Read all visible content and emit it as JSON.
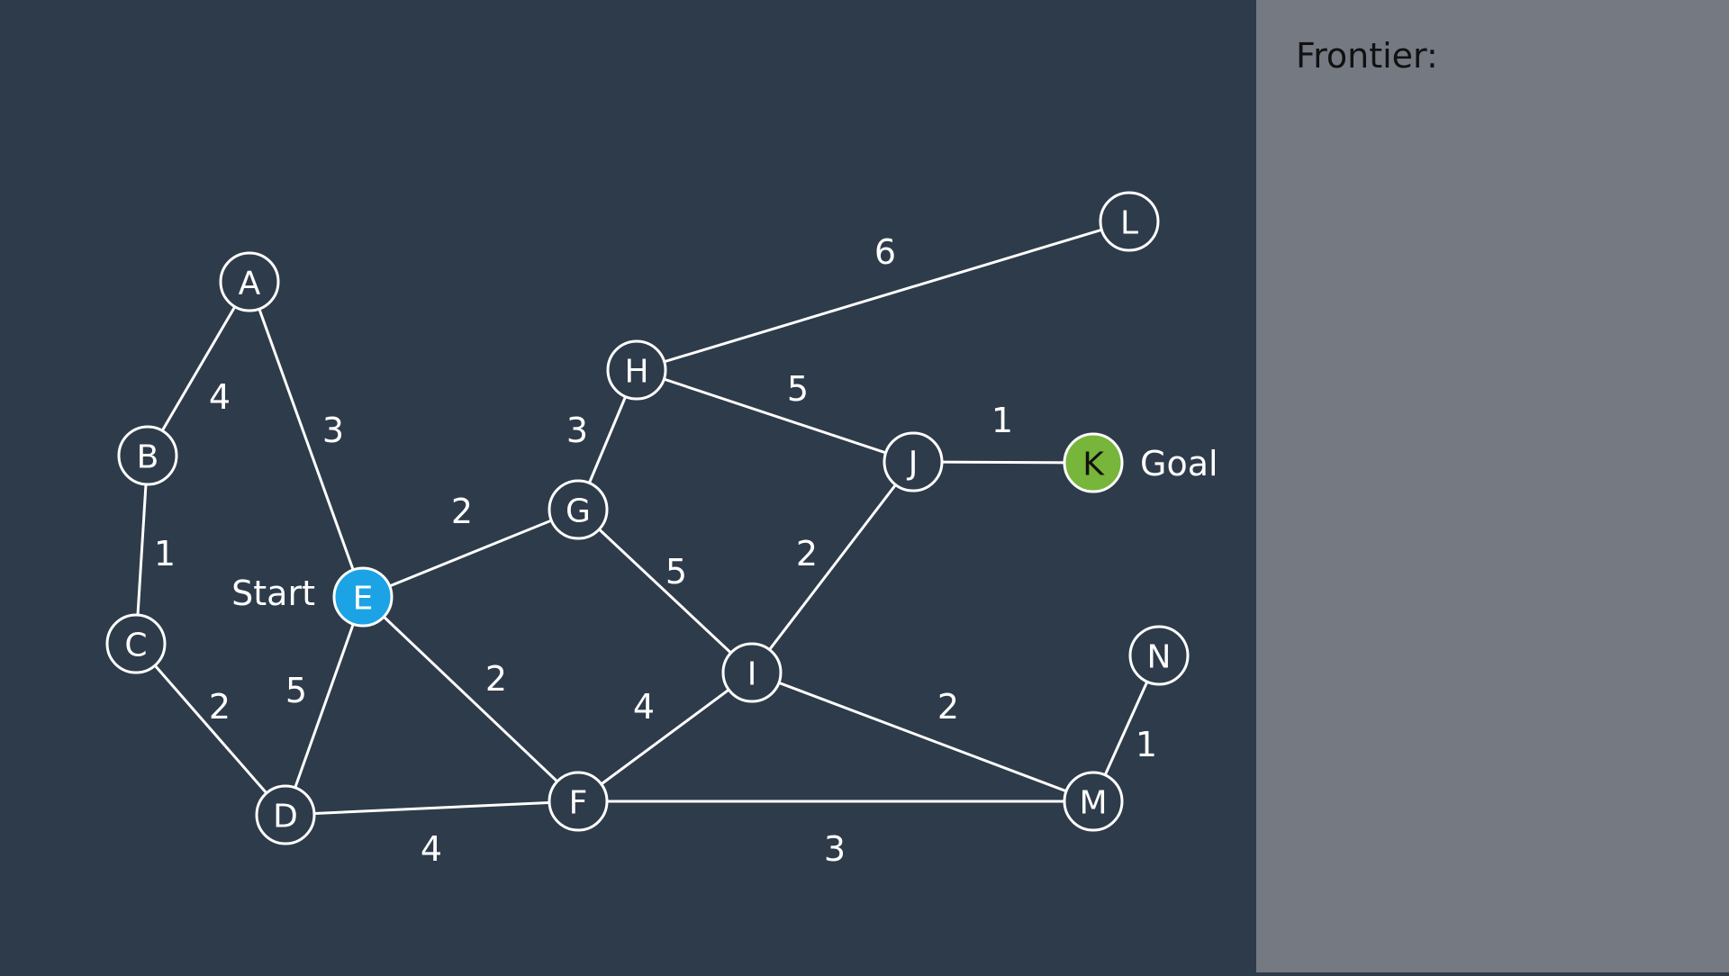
{
  "frontier": {
    "title": "Frontier:"
  },
  "colors": {
    "background": "#2e3b4a",
    "panel": "#757982",
    "line": "#ffffff",
    "start_node": "#1ca3e5",
    "goal_node": "#77b53b"
  },
  "graph": {
    "nodes": [
      {
        "id": "A"
      },
      {
        "id": "B"
      },
      {
        "id": "C"
      },
      {
        "id": "D"
      },
      {
        "id": "E",
        "role": "start",
        "label": "Start"
      },
      {
        "id": "F"
      },
      {
        "id": "G"
      },
      {
        "id": "H"
      },
      {
        "id": "I"
      },
      {
        "id": "J"
      },
      {
        "id": "K",
        "role": "goal",
        "label": "Goal"
      },
      {
        "id": "L"
      },
      {
        "id": "M"
      },
      {
        "id": "N"
      }
    ],
    "edges": [
      {
        "from": "A",
        "to": "B",
        "weight": "4"
      },
      {
        "from": "A",
        "to": "E",
        "weight": "3"
      },
      {
        "from": "B",
        "to": "C",
        "weight": "1"
      },
      {
        "from": "C",
        "to": "D",
        "weight": "2"
      },
      {
        "from": "D",
        "to": "E",
        "weight": "5"
      },
      {
        "from": "D",
        "to": "F",
        "weight": "4"
      },
      {
        "from": "E",
        "to": "G",
        "weight": "2"
      },
      {
        "from": "E",
        "to": "F",
        "weight": "2"
      },
      {
        "from": "G",
        "to": "H",
        "weight": "3"
      },
      {
        "from": "G",
        "to": "I",
        "weight": "5"
      },
      {
        "from": "H",
        "to": "L",
        "weight": "6"
      },
      {
        "from": "H",
        "to": "J",
        "weight": "5"
      },
      {
        "from": "J",
        "to": "K",
        "weight": "1"
      },
      {
        "from": "I",
        "to": "J",
        "weight": "2"
      },
      {
        "from": "F",
        "to": "I",
        "weight": "4"
      },
      {
        "from": "I",
        "to": "M",
        "weight": "2"
      },
      {
        "from": "F",
        "to": "M",
        "weight": "3"
      },
      {
        "from": "M",
        "to": "N",
        "weight": "1"
      }
    ]
  }
}
